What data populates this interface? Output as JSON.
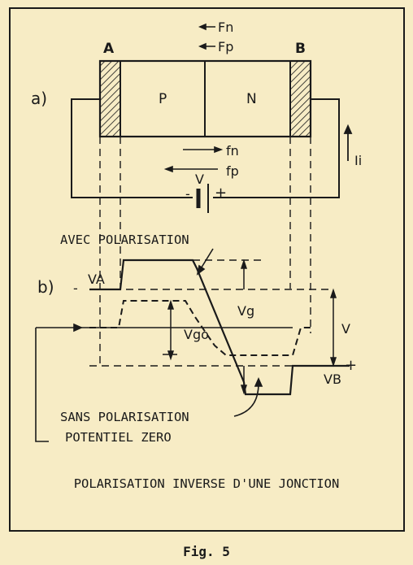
{
  "figure": {
    "part_a": "a)",
    "part_b": "b)",
    "terminal_a": "A",
    "terminal_b": "B",
    "region_p": "P",
    "region_n": "N",
    "top_current_n": "Fn",
    "top_current_p": "Fp",
    "flux_n": "fn",
    "flux_p": "fp",
    "battery_label": "V",
    "battery_minus": "-",
    "battery_plus": "+",
    "leak_current": "Ii",
    "label_with_bias": "AVEC POLARISATION",
    "label_without_bias": "SANS POLARISATION",
    "label_zero_potential": "POTENTIEL ZERO",
    "va_label": "VA",
    "vb_label": "VB",
    "vg_label": "Vg",
    "vg0_label": "Vgo",
    "v_label": "V",
    "minus_sign": "-",
    "plus_sign": "+",
    "title": "POLARISATION INVERSE D'UNE JONCTION",
    "caption": "Fig. 5"
  },
  "colors": {
    "background": "#f7ecc5",
    "ink": "#1a1a1a"
  }
}
